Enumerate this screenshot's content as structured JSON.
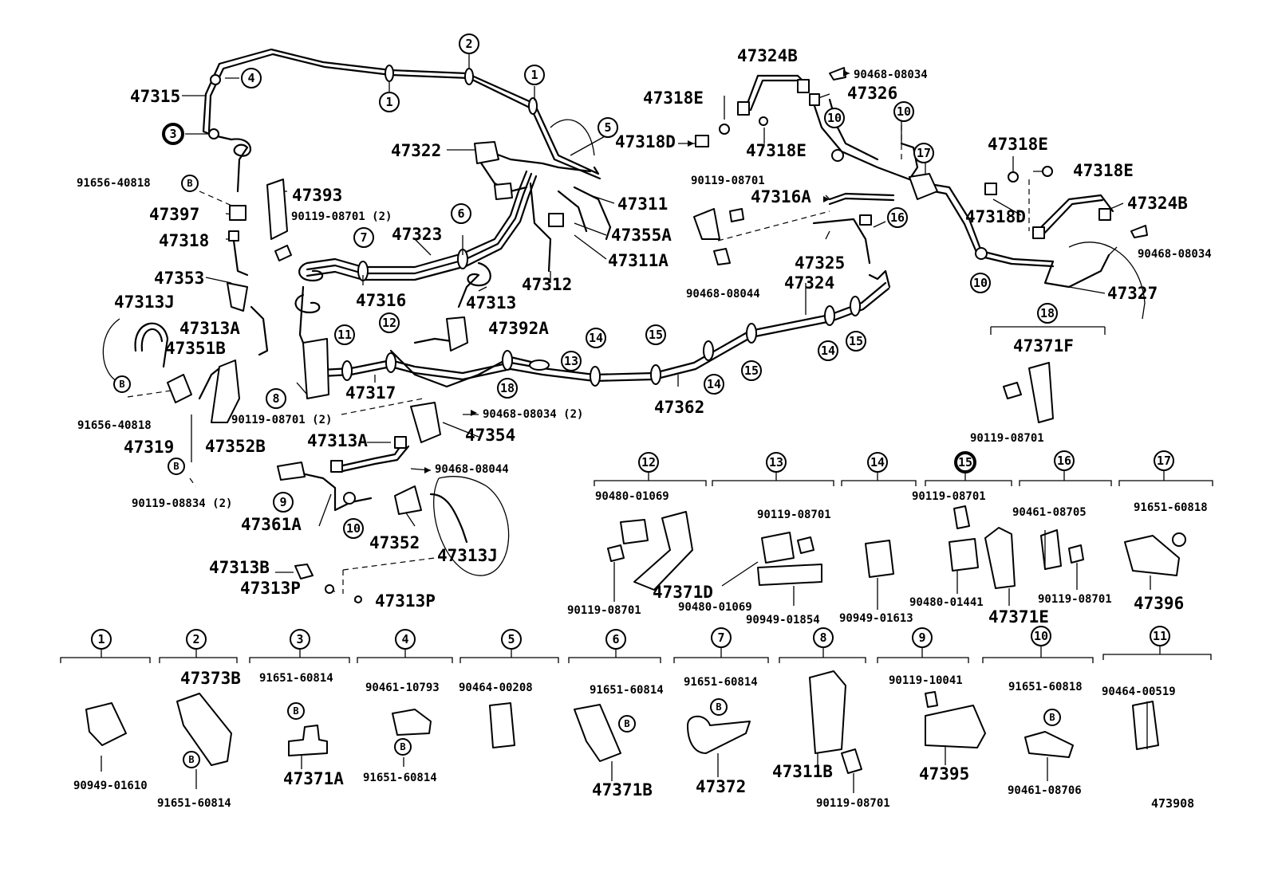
{
  "labels": {
    "l47315": "47315",
    "l47393": "47393",
    "l47397": "47397",
    "l47318": "47318",
    "l47353": "47353",
    "l47313J_a": "47313J",
    "l47313A_a": "47313A",
    "l47351B": "47351B",
    "l47319": "47319",
    "l47352B": "47352B",
    "l47322": "47322",
    "l47323": "47323",
    "l47316": "47316",
    "l47313": "47313",
    "l47312": "47312",
    "l47311": "47311",
    "l47355A": "47355A",
    "l47311A": "47311A",
    "l47392A": "47392A",
    "l47317": "47317",
    "l47354": "47354",
    "l47313A_b": "47313A",
    "l47361A": "47361A",
    "l47352": "47352",
    "l47313J_b": "47313J",
    "l47313B": "47313B",
    "l47313P_a": "47313P",
    "l47313P_b": "47313P",
    "l47362": "47362",
    "l47324B_a": "47324B",
    "l47318E_a": "47318E",
    "l47318D_a": "47318D",
    "l47318E_b": "47318E",
    "l47326": "47326",
    "l47316A": "47316A",
    "l47325": "47325",
    "l47324": "47324",
    "l47318E_c": "47318E",
    "l47318E_d": "47318E",
    "l47318D_b": "47318D",
    "l47324B_b": "47324B",
    "l47327": "47327",
    "l47371F": "47371F",
    "l47371D": "47371D",
    "l47371E": "47371E",
    "l47396": "47396",
    "l47373B": "47373B",
    "l47371A": "47371A",
    "l47371B": "47371B",
    "l47372": "47372",
    "l47311B": "47311B",
    "l47395": "47395",
    "fig_code": "473908"
  },
  "part_numbers": {
    "p91656_40818_a": "91656-40818",
    "p90119_08701_2a": "90119-08701 (2)",
    "p91656_40818_b": "91656-40818",
    "p90119_08701_2b": "90119-08701 (2)",
    "p90119_08834_2": "90119-08834 (2)",
    "p90468_08034_2": "90468-08034 (2)",
    "p90468_08044_a": "90468-08044",
    "p90468_08034_a": "90468-08034",
    "p90119_08701_a": "90119-08701",
    "p90468_08044_b": "90468-08044",
    "p90468_08034_b": "90468-08034",
    "p90119_08701_b": "90119-08701",
    "p90480_01069_a": "90480-01069",
    "p90119_08701_c": "90119-08701",
    "p90119_08701_d": "90119-08701",
    "p90480_01069_b": "90480-01069",
    "p90949_01854": "90949-01854",
    "p90949_01613": "90949-01613",
    "p90119_08701_e": "90119-08701",
    "p90480_01441": "90480-01441",
    "p90461_08705": "90461-08705",
    "p90119_08701_f": "90119-08701",
    "p91651_60818_a": "91651-60818",
    "p90949_01610": "90949-01610",
    "p91651_60814_a": "91651-60814",
    "p91651_60814_b": "91651-60814",
    "p90461_10793": "90461-10793",
    "p91651_60814_c": "91651-60814",
    "p90464_00208": "90464-00208",
    "p91651_60814_d": "91651-60814",
    "p91651_60814_e": "91651-60814",
    "p90119_10041": "90119-10041",
    "p90119_08701_g": "90119-08701",
    "p91651_60818_b": "91651-60818",
    "p90461_08706": "90461-08706",
    "p90464_00519": "90464-00519"
  },
  "callouts": {
    "c1": "1",
    "c2": "2",
    "c3": "3",
    "c4": "4",
    "c5": "5",
    "c6": "6",
    "c7": "7",
    "c8": "8",
    "c9": "9",
    "c10": "10",
    "c11": "11",
    "c12": "12",
    "c13": "13",
    "c14": "14",
    "c15": "15",
    "c16": "16",
    "c17": "17",
    "c18": "18",
    "b": "B"
  },
  "icons": [
    "clamp-icon",
    "bolt-icon",
    "bracket-icon",
    "hose-icon",
    "union-icon",
    "clip-icon"
  ],
  "colors": {
    "ink": "#000000",
    "paper": "#ffffff"
  }
}
